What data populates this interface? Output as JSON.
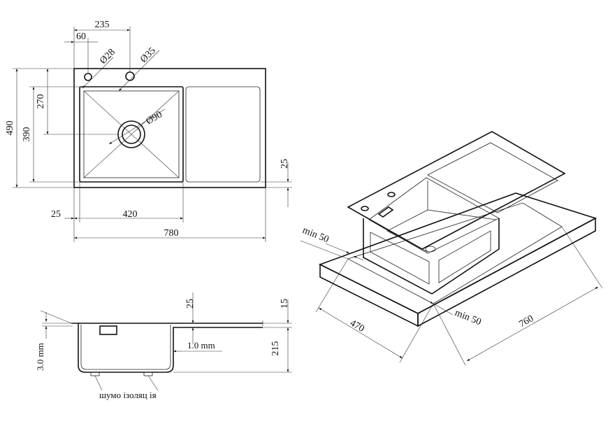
{
  "top_view": {
    "dim_235": "235",
    "dim_60": "60",
    "dim_d28": "Ø28",
    "dim_d35": "Ø35",
    "dim_270": "270",
    "dim_490": "490",
    "dim_390": "390",
    "dim_d90": "Ø90",
    "dim_25_right": "25",
    "dim_25_bottom": "25",
    "dim_420": "420",
    "dim_780": "780"
  },
  "section_view": {
    "dim_25": "25",
    "dim_15": "15",
    "dim_3mm": "3.0 mm",
    "dim_1mm": "1.0 mm",
    "dim_215": "215",
    "label_insulation": "шумо ізоляц ія"
  },
  "iso_view": {
    "dim_min50_left": "min 50",
    "dim_min50_right": "min 50",
    "dim_470": "470",
    "dim_760": "760"
  }
}
